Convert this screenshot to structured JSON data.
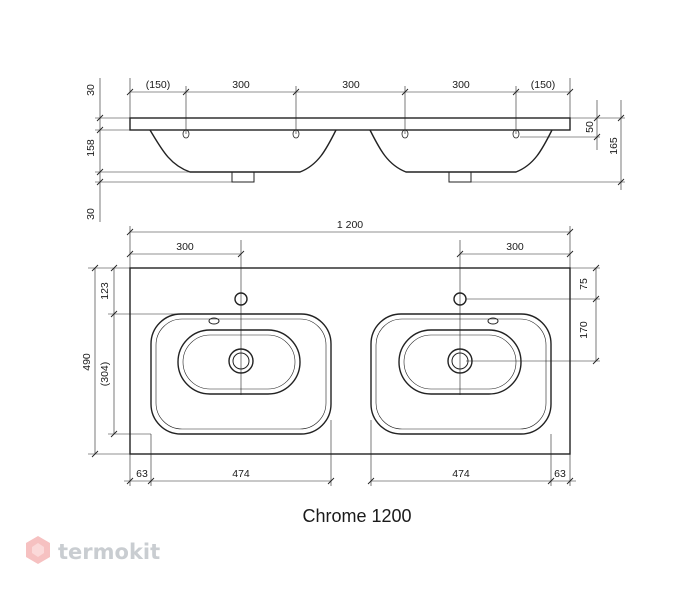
{
  "caption": "Chrome 1200",
  "watermark": {
    "text": "termokit",
    "color": "#c9cdd1",
    "accent": "#f4b6b6"
  },
  "side_view": {
    "top_dims": [
      "(150)",
      "300",
      "300",
      "300",
      "(150)"
    ],
    "left_dims": [
      "30",
      "158",
      "30"
    ],
    "right_dims": [
      "50",
      "165"
    ]
  },
  "top_view": {
    "overall_width": "1 200",
    "tap_offset_left": "300",
    "tap_offset_right": "300",
    "left_dims": [
      "123",
      "490",
      "(304)"
    ],
    "right_dims": [
      "75",
      "170"
    ],
    "bottom_dims": [
      "63",
      "474",
      "474",
      "63"
    ]
  }
}
